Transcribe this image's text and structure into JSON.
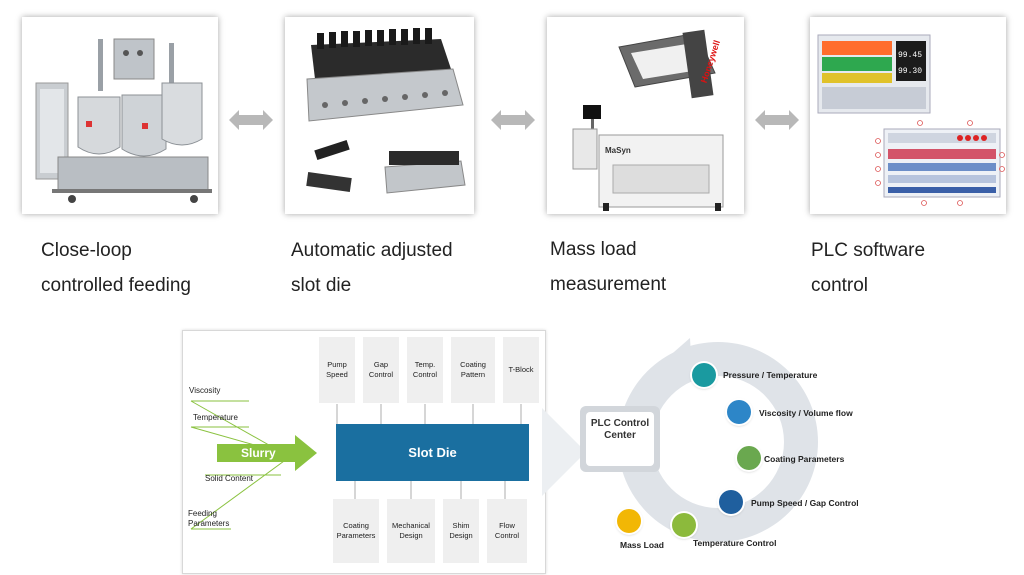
{
  "top_row": {
    "captions": [
      {
        "line1": "Close-loop",
        "line2": "controlled feeding"
      },
      {
        "line1": "Automatic adjusted",
        "line2": "slot die"
      },
      {
        "line1": "Mass load",
        "line2": "measurement"
      },
      {
        "line1": "PLC software",
        "line2": "control"
      }
    ],
    "brand_honeywell": "Honeywell",
    "brand_masbyn": "MaSyn",
    "plc_display": {
      "value1": "99.45",
      "value2": "99.30"
    }
  },
  "fishbone": {
    "slurry_label": "Slurry",
    "slot_die_label": "Slot Die",
    "inputs": [
      "Viscosity",
      "Temperature",
      "Solid Content",
      "Feeding Parameters"
    ],
    "top_boxes": [
      "Pump Speed",
      "Gap Control",
      "Temp. Control",
      "Coating Pattern",
      "T-Block"
    ],
    "bottom_boxes": [
      "Coating Parameters",
      "Mechanical Design",
      "Shim Design",
      "Flow Control"
    ]
  },
  "cycle": {
    "center_label": "PLC Control Center",
    "items": [
      {
        "label": "Pressure / Temperature",
        "color": "#1a9aa0"
      },
      {
        "label": "Viscosity / Volume flow",
        "color": "#2d86c8"
      },
      {
        "label": "Coating Parameters",
        "color": "#6aa84f"
      },
      {
        "label": "Pump Speed / Gap Control",
        "color": "#1f5f9e"
      },
      {
        "label": "Temperature Control",
        "color": "#8cba3c"
      },
      {
        "label": "Mass Load",
        "color": "#f2b705"
      }
    ]
  }
}
